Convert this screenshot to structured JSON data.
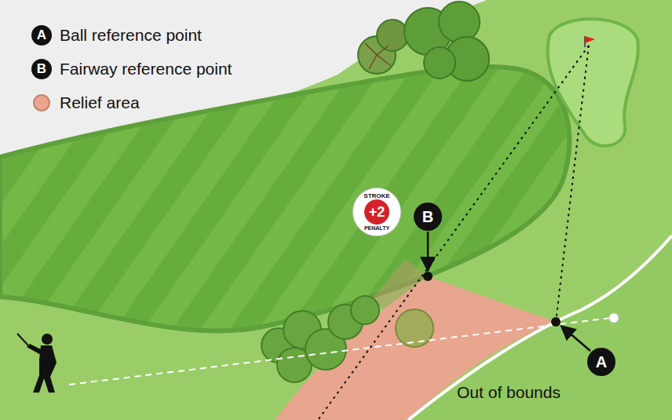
{
  "diagram": {
    "nodes": [
      {
        "text": [
          "STROKE",
          "+2",
          "PENALTY"
        ]
      },
      {
        "text": [
          "B"
        ]
      },
      {
        "text": [
          "A"
        ]
      }
    ],
    "labels": [
      "A",
      "B",
      "Out of bounds"
    ],
    "legend": [
      {
        "text": "Ball reference point"
      },
      {
        "text": "Fairway reference point"
      },
      {
        "text": "Relief area",
        "color": "#e8a68e"
      }
    ]
  }
}
